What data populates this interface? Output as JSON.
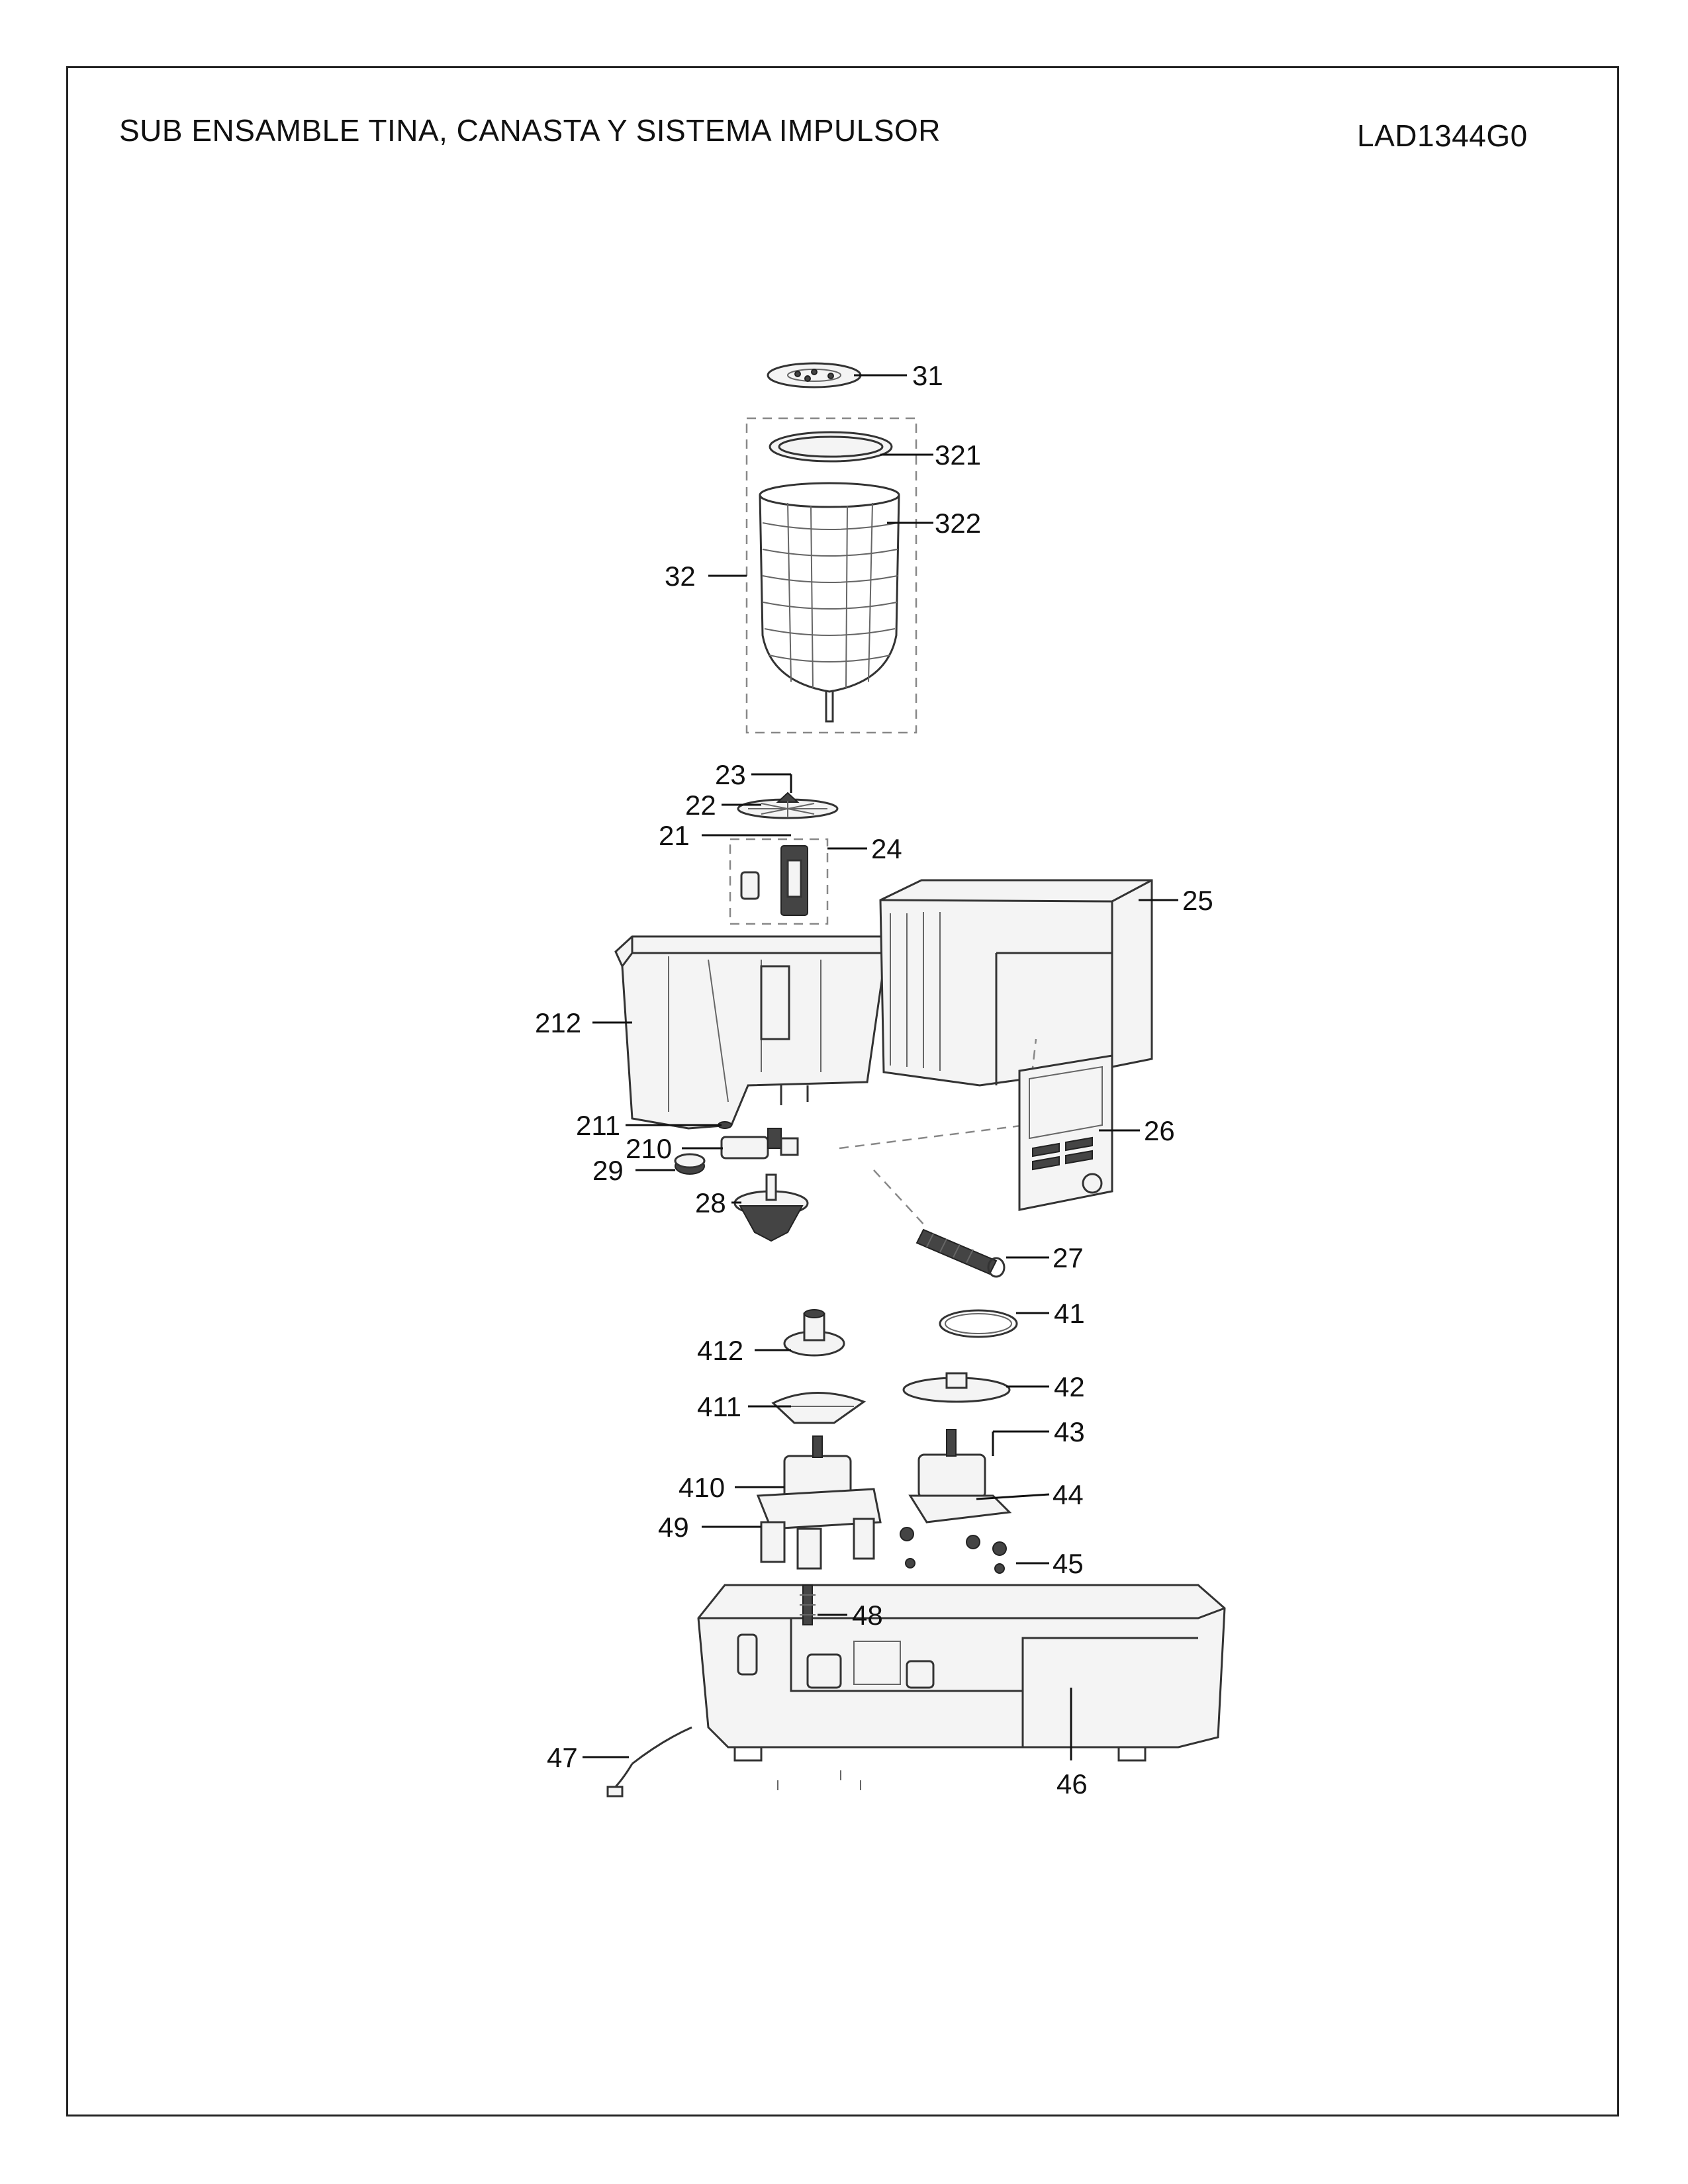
{
  "header": {
    "title": "SUB ENSAMBLE TINA, CANASTA Y SISTEMA IMPULSOR",
    "model": "LAD1344G0"
  },
  "parts": {
    "p31": "31",
    "p321": "321",
    "p322": "322",
    "p32": "32",
    "p23": "23",
    "p22": "22",
    "p21": "21",
    "p24": "24",
    "p25": "25",
    "p212": "212",
    "p211": "211",
    "p210": "210",
    "p29": "29",
    "p26": "26",
    "p28": "28",
    "p27": "27",
    "p41": "41",
    "p412": "412",
    "p42": "42",
    "p411": "411",
    "p43": "43",
    "p410": "410",
    "p44": "44",
    "p49": "49",
    "p45": "45",
    "p48": "48",
    "p47": "47",
    "p46": "46"
  }
}
